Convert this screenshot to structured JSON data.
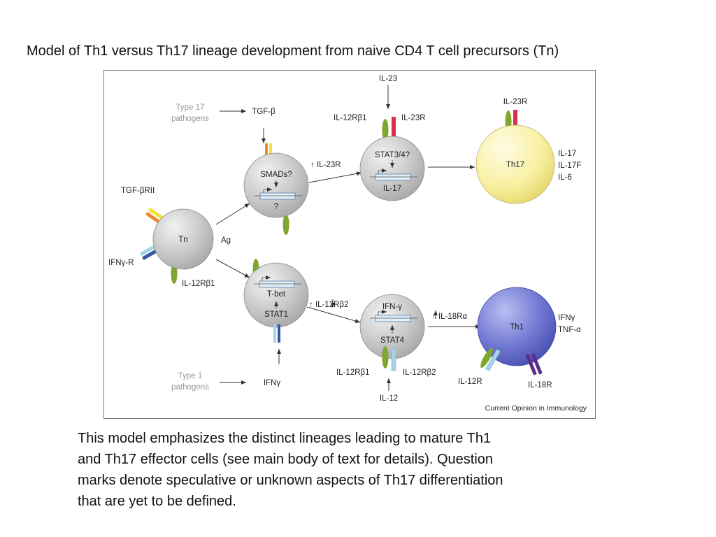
{
  "title": "Model of Th1 versus Th17 lineage development from naive CD4 T cell precursors (Tn)",
  "figure": {
    "cells": {
      "tn": "Tn",
      "smads": "SMADs?",
      "smads_q": "?",
      "stat34": "STAT3/4?",
      "il17_gene": "IL-17",
      "th17": "Th17",
      "tbet": "T-bet",
      "stat1": "STAT1",
      "ifng_gene": "IFN-γ",
      "stat4": "STAT4",
      "th1": "Th1"
    },
    "labels": {
      "type17": [
        "Type 17",
        "pathogens"
      ],
      "type1": [
        "Type 1",
        "pathogens"
      ],
      "tgfb": "TGF-β",
      "tgfbrii": "TGF-βRII",
      "ifngr": "IFNγ-R",
      "ag": "Ag",
      "il12rb1_tn": "IL-12Rβ1",
      "il23": "IL-23",
      "il12rb1_top": "IL-12Rβ1",
      "il23r_top": "IL-23R",
      "up_il23r": "↑ IL-23R",
      "il23r_th17": "IL-23R",
      "th17_products": [
        "IL-17",
        "IL-17F",
        "IL-6"
      ],
      "up_il12rb2": "↑ IL-12Rβ2",
      "up_il18ra": "↑ IL-18Rα",
      "th1_products": [
        "IFNγ",
        "TNF-α"
      ],
      "il12rb1_bot": "IL-12Rβ1",
      "il12rb2_bot": "IL-12Rβ2",
      "il12": "IL-12",
      "ifng": "IFNγ",
      "il12r": "IL-12R",
      "il18r": "IL-18R",
      "credit": "Current Opinion in Immunology"
    },
    "colors": {
      "naive_cell": "#c6c6c6",
      "th17_cell": "#f6ee98",
      "th1_cell": "#7077cf",
      "receptor_green": "#7fa630",
      "receptor_red": "#d8334a",
      "receptor_orange": "#ee8a2a",
      "receptor_yellow": "#f2e23a",
      "receptor_blue": "#2f57a6",
      "receptor_lightblue": "#a4d2e8",
      "receptor_purple": "#5a2e8a"
    }
  },
  "caption": [
    "This model emphasizes the distinct lineages leading to mature Th1",
    "and Th17 effector cells (see main body of text for details). Question",
    "marks denote speculative or unknown aspects of Th17 differentiation",
    "that are yet to be defined."
  ]
}
